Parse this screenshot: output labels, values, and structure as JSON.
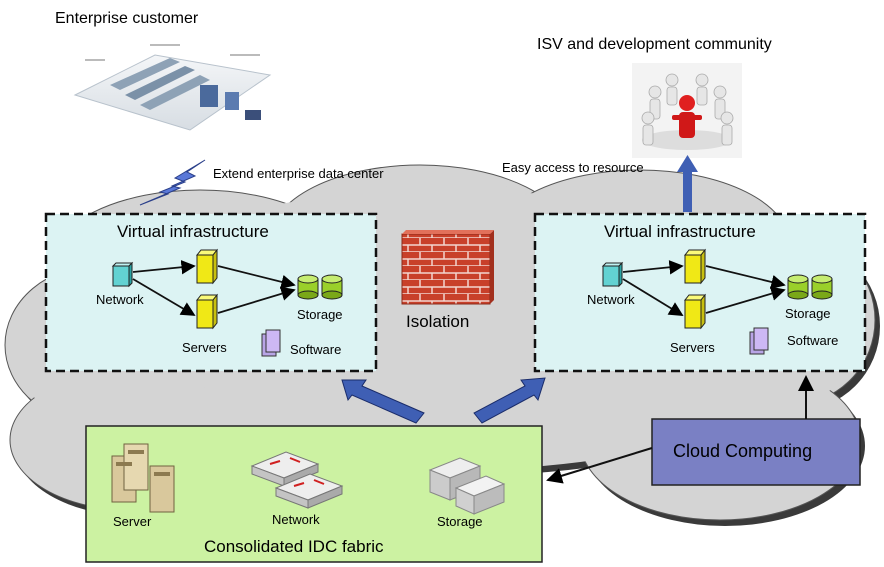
{
  "enterprise": {
    "title": "Enterprise customer",
    "extend_label": "Extend enterprise data center"
  },
  "isv": {
    "title": "ISV and development community",
    "access_label": "Easy access to resource"
  },
  "left_vi": {
    "title": "Virtual infrastructure",
    "network": "Network",
    "servers": "Servers",
    "storage": "Storage",
    "software": "Software"
  },
  "right_vi": {
    "title": "Virtual infrastructure",
    "network": "Network",
    "servers": "Servers",
    "storage": "Storage",
    "software": "Software"
  },
  "isolation": {
    "label": "Isolation"
  },
  "idc": {
    "title": "Consolidated IDC fabric",
    "server": "Server",
    "network": "Network",
    "storage": "Storage"
  },
  "cloud_computing": {
    "label": "Cloud Computing"
  },
  "colors": {
    "cloud": "#d4d4d4",
    "vi_box": "#dcf3f3",
    "idc_box": "#ccf2a2",
    "cc_box": "#7a80c4",
    "arrow_blue": "#3f5fb4",
    "brick": "#c8402a",
    "server_yellow": "#f0e816",
    "storage_green": "#9ad02a"
  }
}
